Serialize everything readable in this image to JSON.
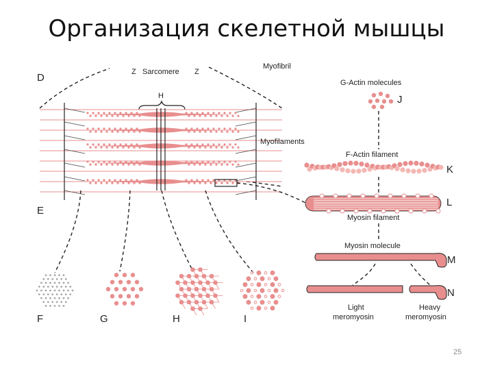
{
  "slide": {
    "title": "Организация скелетной мышцы",
    "page_number": "25"
  },
  "diagram": {
    "panel_letters": {
      "d": "D",
      "e": "E",
      "f": "F",
      "g": "G",
      "h_cross": "H",
      "i": "I",
      "j": "J",
      "k": "K",
      "l": "L",
      "m": "M",
      "n": "N"
    },
    "labels": {
      "z_left": "Z",
      "sarcomere": "Sarcomere",
      "z_right": "Z",
      "h_zone": "H",
      "myofibril": "Myofibril",
      "myofilaments": "Myofilaments",
      "g_actin": "G-Actin molecules",
      "f_actin": "F-Actin filament",
      "myosin_filament": "Myosin filament",
      "myosin_molecule": "Myosin molecule",
      "light_meromyosin_1": "Light",
      "light_meromyosin_2": "meromyosin",
      "heavy_meromyosin_1": "Heavy",
      "heavy_meromyosin_2": "meromyosin"
    },
    "colors": {
      "filament": "#e88e8e",
      "filament_light": "#f3b8b4",
      "outline": "#222222",
      "gray_dots": "#a8a8a8"
    }
  }
}
